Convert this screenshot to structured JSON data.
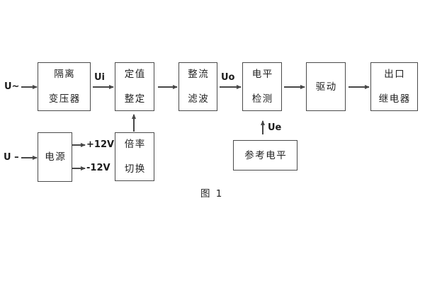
{
  "colors": {
    "line": "#474747",
    "text": "#1f1f1f",
    "background": "#ffffff"
  },
  "inputs": {
    "ac_label": "U~",
    "dc_label": "U –"
  },
  "signals": {
    "ui": "Ui",
    "uo": "Uo",
    "ue": "Ue",
    "rail_pos": "+12V",
    "rail_neg": "-12V"
  },
  "blocks": {
    "isolation_transformer": {
      "line1": "隔离",
      "line2": "变压器"
    },
    "setpoint_adjust": {
      "line1": "定值",
      "line2": "整定"
    },
    "rectify_filter": {
      "line1": "整流",
      "line2": "滤波"
    },
    "level_detect": {
      "line1": "电平",
      "line2": "检测"
    },
    "drive": {
      "label": "驱动"
    },
    "output_relay": {
      "line1": "出口",
      "line2": "继电器"
    },
    "power_supply": {
      "label": "电源"
    },
    "multiplier_switch": {
      "line1": "倍率",
      "line2": "切换"
    },
    "reference_level": {
      "label": "参考电平"
    }
  },
  "caption": "图 1"
}
